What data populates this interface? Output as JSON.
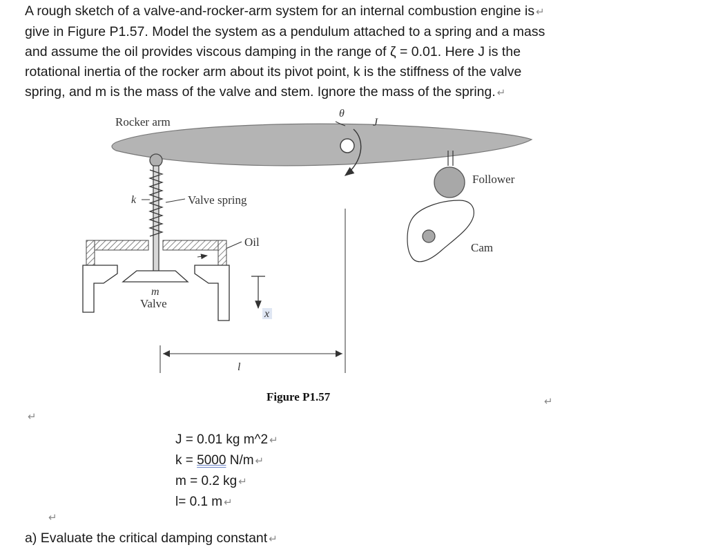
{
  "problem": {
    "lines": [
      "A rough sketch of a valve-and-rocker-arm system for an internal combustion engine is",
      "give in Figure P1.57. Model the system as a pendulum attached to a spring and a mass",
      "and assume the oil provides viscous damping in the range of ζ = 0.01. Here J is the",
      "rotational inertia of the rocker arm about its pivot point, k is the stiffness of the valve",
      "spring, and m is the mass of the valve and stem. Ignore the mass of the spring."
    ]
  },
  "figure": {
    "rocker_arm_label": "Rocker arm",
    "theta_label": "θ",
    "inertia_label": "J",
    "stiffness_label": "k",
    "valve_spring_label": "Valve spring",
    "oil_label": "Oil",
    "mass_label": "m",
    "valve_label": "Valve",
    "displacement_label": "x",
    "length_label": "l",
    "follower_label": "Follower",
    "cam_label": "Cam",
    "caption": "Figure P1.57"
  },
  "parameters": {
    "J": "J = 0.01 kg m^2",
    "k_prefix": "k = ",
    "k_value": "5000",
    "k_unit": " N/m",
    "m": "m = 0.2 kg",
    "l": "l= 0.1 m"
  },
  "question": {
    "text": "a) Evaluate the critical damping constant"
  },
  "marks": {
    "paragraph": "↵"
  },
  "colors": {
    "rocker_fill": "#b4b4b4",
    "text": "#1a1a1a",
    "paragraph_mark": "#888888"
  }
}
